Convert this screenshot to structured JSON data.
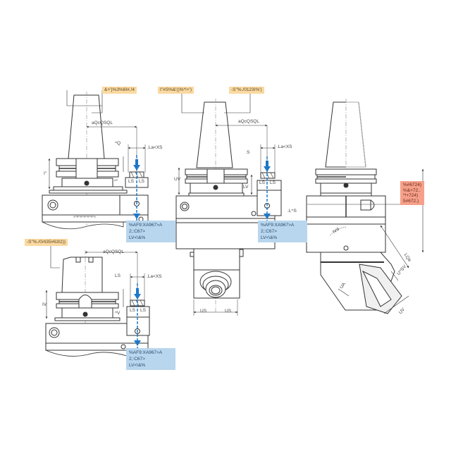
{
  "views": {
    "top_left": {
      "callout": "&+'}%3%8I#,!4",
      "dims": {
        "center_dist": "aQcQSQL",
        "a_q": "^Q",
        "la": ".La<XS",
        "ls_left": "LS",
        "ls_right": "LS",
        "v_left": "I\"",
        "a_small": "^\""
      },
      "info_box": [
        "%AF9:XA967>A",
        "2;:C67>",
        "LV<\\&%"
      ]
    },
    "top_middle": {
      "callout_left": "I\"#S%&'()%*!+')",
      "callout_right": "-S\"%./0123I%')",
      "dims": {
        "center_dist": "aQcQSQL",
        "s": "S",
        "la": ".La<XS",
        "uv": "UV",
        "lv": "LV",
        "ls_left": "LS",
        "ls_right": "LS",
        "us_left": "US",
        "us_right": "US"
      },
      "info_box": [
        "%AF9:XA967>A",
        "2;:C67>",
        "LV<\\&%"
      ]
    },
    "top_right": {
      "dims": {
        "las": ".L^S",
        "angle": "IVd",
        "lqa": "LQa",
        "usv": "U^SV",
        "ua": "UA",
        "uv": "UV"
      },
      "info_box": [
        "%#6724)",
        "%&+72..",
        "*!+724)",
        "5#672.)"
      ]
    },
    "bottom_left": {
      "callout": "-S\"%./0/435#63I2))",
      "dims": {
        "center_dist": "aQcQSQL",
        "ls_top": "LS",
        "la": ".La<XS",
        "iv": "IV",
        "av": "^V",
        "ls_left": "LS",
        "ls_right": "LS"
      },
      "info_box": [
        "%AF9:XA967>A",
        "2;:C67>",
        "LV<\\&%"
      ]
    }
  },
  "colors": {
    "line": "#333333",
    "thin": "#777777",
    "callout_yellow": "#fbd9a0",
    "callout_red": "#f6a08a",
    "info_blue": "#b8d6ee",
    "arrow_blue": "#1e78c8"
  }
}
